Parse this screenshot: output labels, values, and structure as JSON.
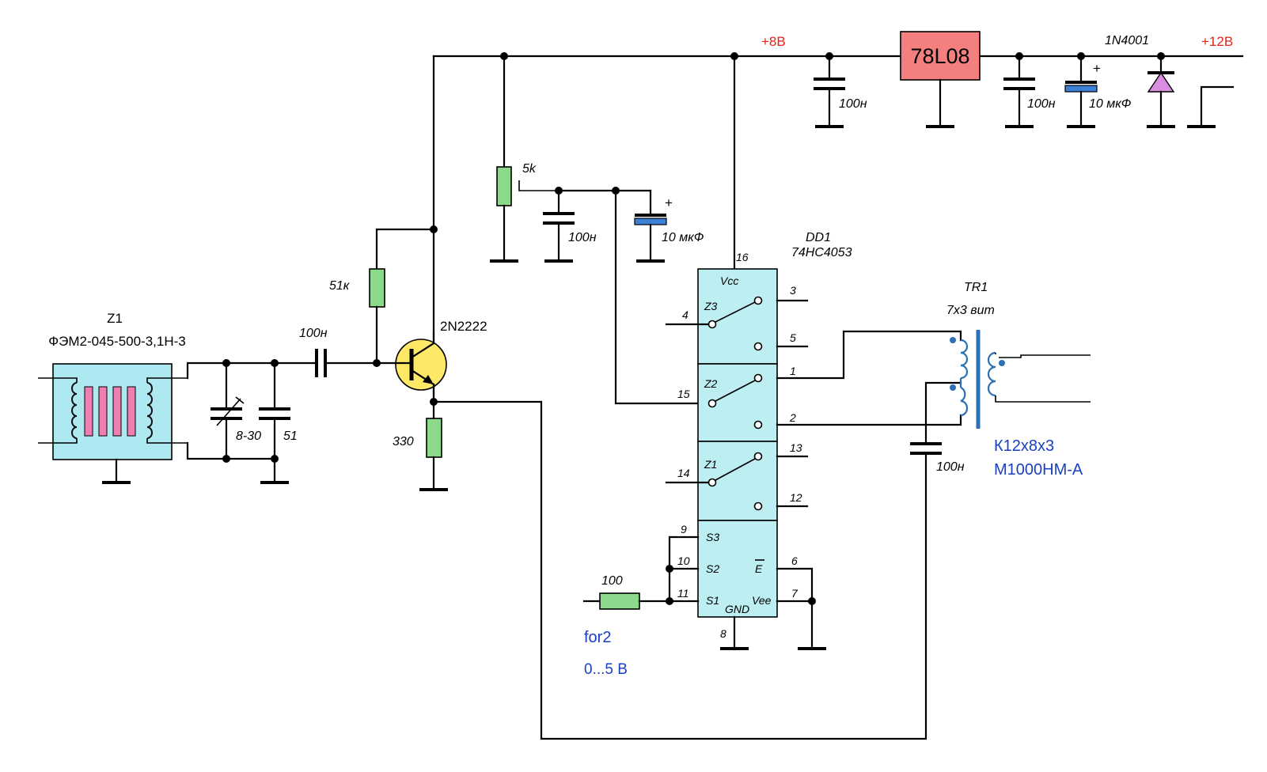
{
  "rails": {
    "plus8": "+8В",
    "plus12": "+12В"
  },
  "regulator": {
    "name": "78L08",
    "fill": "#f47f7f"
  },
  "diode": {
    "name": "1N4001",
    "fill": "#d98ce0"
  },
  "caps": {
    "c_reg_in": "100н",
    "c_reg_out": "100н",
    "c_elec_out": "10 мкФ",
    "c_pot": "100н",
    "c_elec_pot": "10 мкФ",
    "c_base": "100н",
    "c_trim": "8-30",
    "c_fixed": "51",
    "c_tr": "100н",
    "plus_sign": "+"
  },
  "resistors": {
    "pot": "5k",
    "base": "51к",
    "emitter": "330",
    "input": "100"
  },
  "transistor": {
    "name": "2N2222",
    "fill": "#ffe866"
  },
  "filter": {
    "ref": "Z1",
    "part": "ФЭМ2-045-500-3,1Н-3",
    "fill": "#aee9f2",
    "stripe": "#ef7fb3"
  },
  "ic": {
    "ref": "DD1",
    "part": "74HC4053",
    "fill": "#bdeef2",
    "vcc": "Vcc",
    "z3": "Z3",
    "z2": "Z2",
    "z1": "Z1",
    "s3": "S3",
    "s2": "S2",
    "s1": "S1",
    "e": "E",
    "gnd": "GND",
    "vee": "Vee",
    "pins": {
      "p16": "16",
      "p3": "3",
      "p4": "4",
      "p5": "5",
      "p1": "1",
      "p15": "15",
      "p2": "2",
      "p13": "13",
      "p14": "14",
      "p12": "12",
      "p9": "9",
      "p10": "10",
      "p11": "11",
      "p6": "6",
      "p7": "7",
      "p8": "8"
    }
  },
  "transformer": {
    "ref": "TR1",
    "turns": "7х3 вит",
    "core": "К12х8х3",
    "material": "М1000НМ-А",
    "color": "#2d6fb5"
  },
  "input": {
    "name": "for2",
    "range": "0...5 В"
  }
}
